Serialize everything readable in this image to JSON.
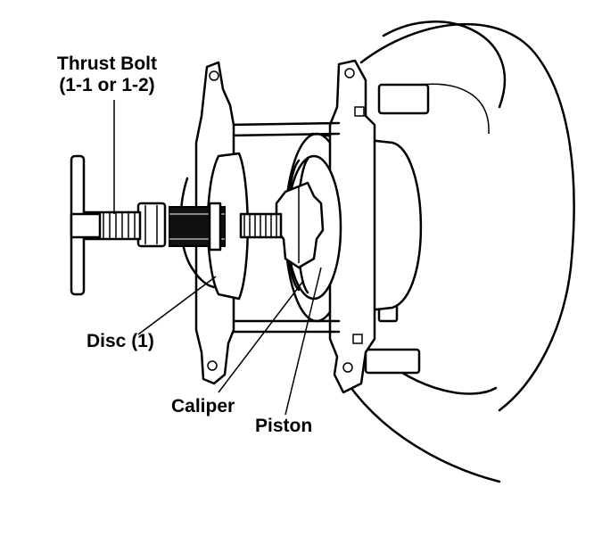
{
  "labels": {
    "thrust_bolt_line1": "Thrust Bolt",
    "thrust_bolt_line2": "(1-1 or 1-2)",
    "disc": "Disc (1)",
    "caliper": "Caliper",
    "piston": "Piston"
  },
  "colors": {
    "ink": "#000000",
    "background": "#ffffff"
  }
}
